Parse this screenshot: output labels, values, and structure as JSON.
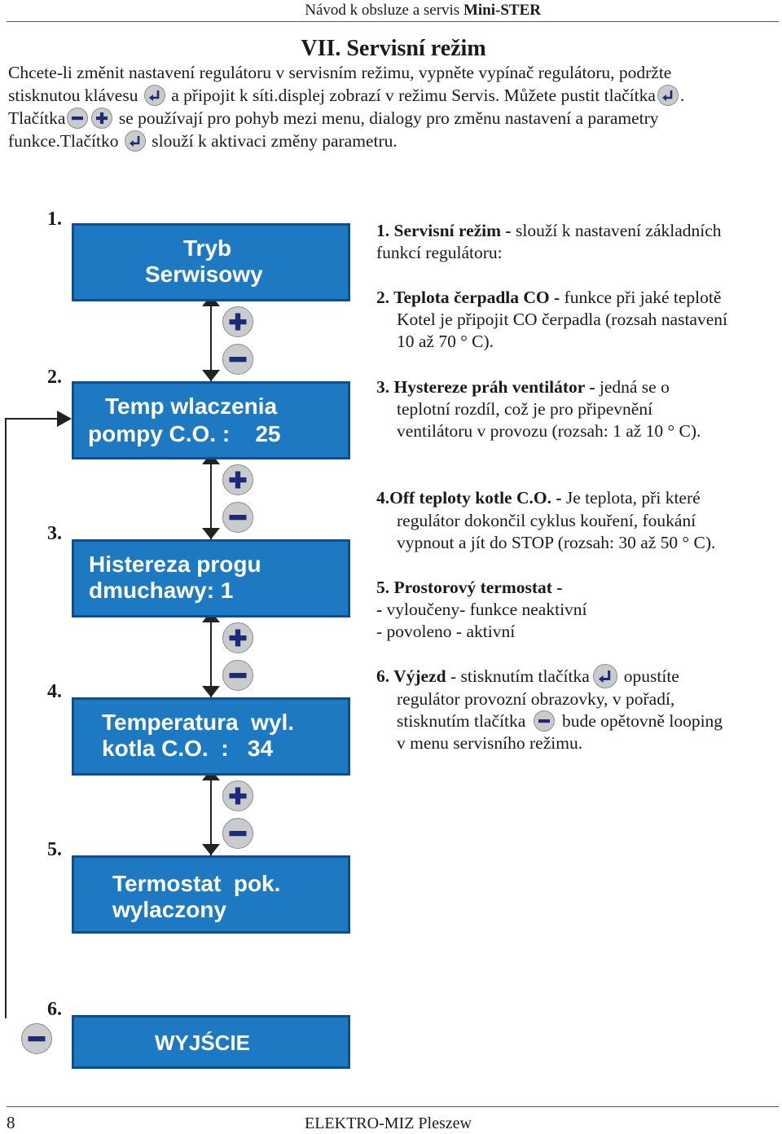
{
  "header": {
    "text_prefix": "Návod k obsluze a servis ",
    "text_bold": "Mini-STER"
  },
  "section_title": "VII. Servisní režim",
  "intro": {
    "line1": "Chcete-li změnit nastavení regulátoru v servisním režimu, vypněte vypínač regulátoru, podržte",
    "line2_a": "stisknutou klávesu",
    "line2_b": "a připojit k síti.displej zobrazí v režimu Servis. Můžete pustit tlačítka",
    "line2_c": ".",
    "line3_a": "Tlačítka",
    "line3_b": "se používají pro pohyb mezi menu, dialogy pro změnu nastavení a parametry",
    "line4_a": "funkce.Tlačítko",
    "line4_b": "slouží k aktivaci změny parametru."
  },
  "icons": {
    "enter": "enter-icon",
    "minus": "minus-icon",
    "plus": "plus-icon"
  },
  "colors": {
    "panel_bg": "#1c79c2",
    "panel_border": "#0c4f8c",
    "button_bg": "#c9cbcd",
    "icon_ink": "#1e2a78"
  },
  "steps": [
    {
      "number": "1.",
      "line1": "Tryb",
      "line2": "Serwisowy"
    },
    {
      "number": "2.",
      "line1": "Temp wlaczenia",
      "line2": "pompy C.O. :    25"
    },
    {
      "number": "3.",
      "line1": "Histereza progu",
      "line2": "dmuchawy: 1"
    },
    {
      "number": "4.",
      "line1": "Temperatura  wyl.",
      "line2": "kotla C.O.  :   34"
    },
    {
      "number": "5.",
      "line1": "Termostat  pok.",
      "line2": "wylaczony"
    },
    {
      "number": "6.",
      "line1": "WYJŚCIE"
    }
  ],
  "descriptions": {
    "d1": {
      "bold": "1. Servisní režim -",
      "text_a": " slouží k nastavení základních",
      "text_b": "funkcí regulátoru:"
    },
    "d2": {
      "bold": "2. Teplota čerpadla CO -",
      "text_a": " funkce při jaké teplotě",
      "text_b": "Kotel je připojit CO čerpadla (rozsah nastavení",
      "text_c": "10 až 70 ° C)."
    },
    "d3": {
      "bold": "3. Hystereze práh ventilátor -",
      "text_a": " jedná se o",
      "text_b": "teplotní rozdíl, což je pro připevnění",
      "text_c": "ventilátoru v provozu (rozsah: 1 až 10 ° C)."
    },
    "d4": {
      "bold": "4.Off teploty kotle C.O. -",
      "text_a": " Je teplota, při které",
      "text_b": "regulátor dokončil cyklus kouření, foukání",
      "text_c": "vypnout a jít do STOP (rozsah: 30 až 50 ° C)."
    },
    "d5": {
      "bold": "5. Prostorový termostat -",
      "line2_bold": "-",
      "line2_text": " vyloučeny- funkce neaktivní",
      "line3": "- povoleno - aktivní"
    },
    "d6": {
      "bold": "6. Výjezd",
      "text_a": " - stisknutím tlačítka",
      "text_a2": "opustíte",
      "text_b": "regulátor provozní obrazovky, v pořadí,",
      "text_c1": "stisknutím tlačítka",
      "text_c2": "bude opětovně looping",
      "text_d": "v menu servisního režimu."
    }
  },
  "footer": {
    "page_number": "8",
    "text": "ELEKTRO-MIZ Pleszew"
  }
}
